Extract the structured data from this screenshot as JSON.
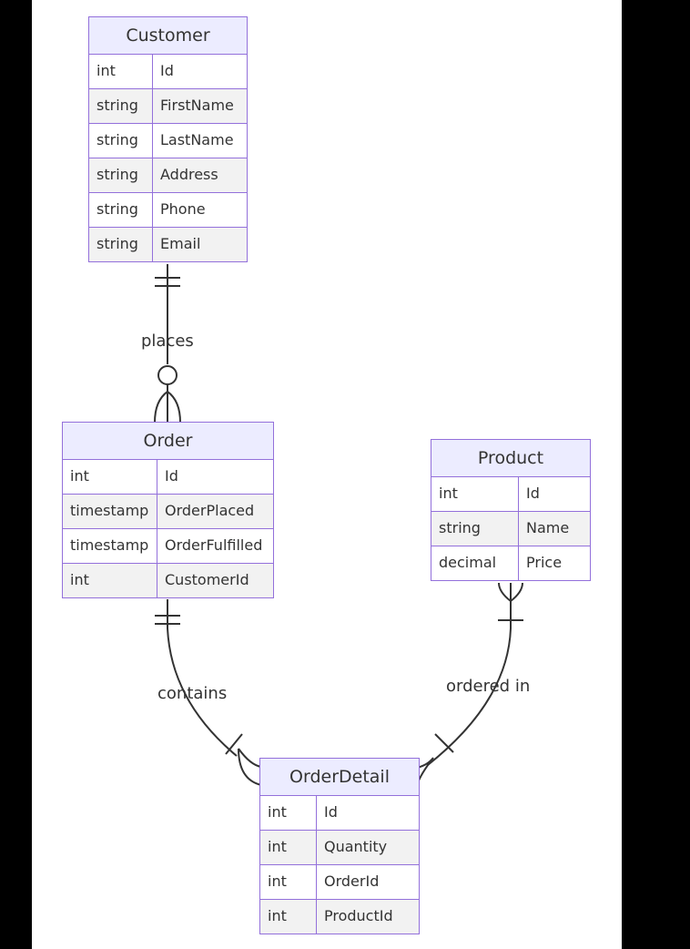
{
  "entities": {
    "customer": {
      "name": "Customer",
      "attributes": [
        {
          "type": "int",
          "name": "Id"
        },
        {
          "type": "string",
          "name": "FirstName"
        },
        {
          "type": "string",
          "name": "LastName"
        },
        {
          "type": "string",
          "name": "Address"
        },
        {
          "type": "string",
          "name": "Phone"
        },
        {
          "type": "string",
          "name": "Email"
        }
      ]
    },
    "order": {
      "name": "Order",
      "attributes": [
        {
          "type": "int",
          "name": "Id"
        },
        {
          "type": "timestamp",
          "name": "OrderPlaced"
        },
        {
          "type": "timestamp",
          "name": "OrderFulfilled"
        },
        {
          "type": "int",
          "name": "CustomerId"
        }
      ]
    },
    "product": {
      "name": "Product",
      "attributes": [
        {
          "type": "int",
          "name": "Id"
        },
        {
          "type": "string",
          "name": "Name"
        },
        {
          "type": "decimal",
          "name": "Price"
        }
      ]
    },
    "orderdetail": {
      "name": "OrderDetail",
      "attributes": [
        {
          "type": "int",
          "name": "Id"
        },
        {
          "type": "int",
          "name": "Quantity"
        },
        {
          "type": "int",
          "name": "OrderId"
        },
        {
          "type": "int",
          "name": "ProductId"
        }
      ]
    }
  },
  "relationships": {
    "places": {
      "label": "places",
      "from": "Customer",
      "to": "Order",
      "from_cardinality": "exactly-one",
      "to_cardinality": "zero-or-many"
    },
    "contains": {
      "label": "contains",
      "from": "Order",
      "to": "OrderDetail",
      "from_cardinality": "exactly-one",
      "to_cardinality": "one-or-many"
    },
    "ordered_in": {
      "label": "ordered in",
      "from": "Product",
      "to": "OrderDetail",
      "from_cardinality": "one-or-many",
      "to_cardinality": "one-or-many"
    }
  },
  "colors": {
    "border": "#9370DB",
    "header_fill": "#ECECFF",
    "row_alt_fill": "#F2F2F2",
    "line": "#333333"
  }
}
